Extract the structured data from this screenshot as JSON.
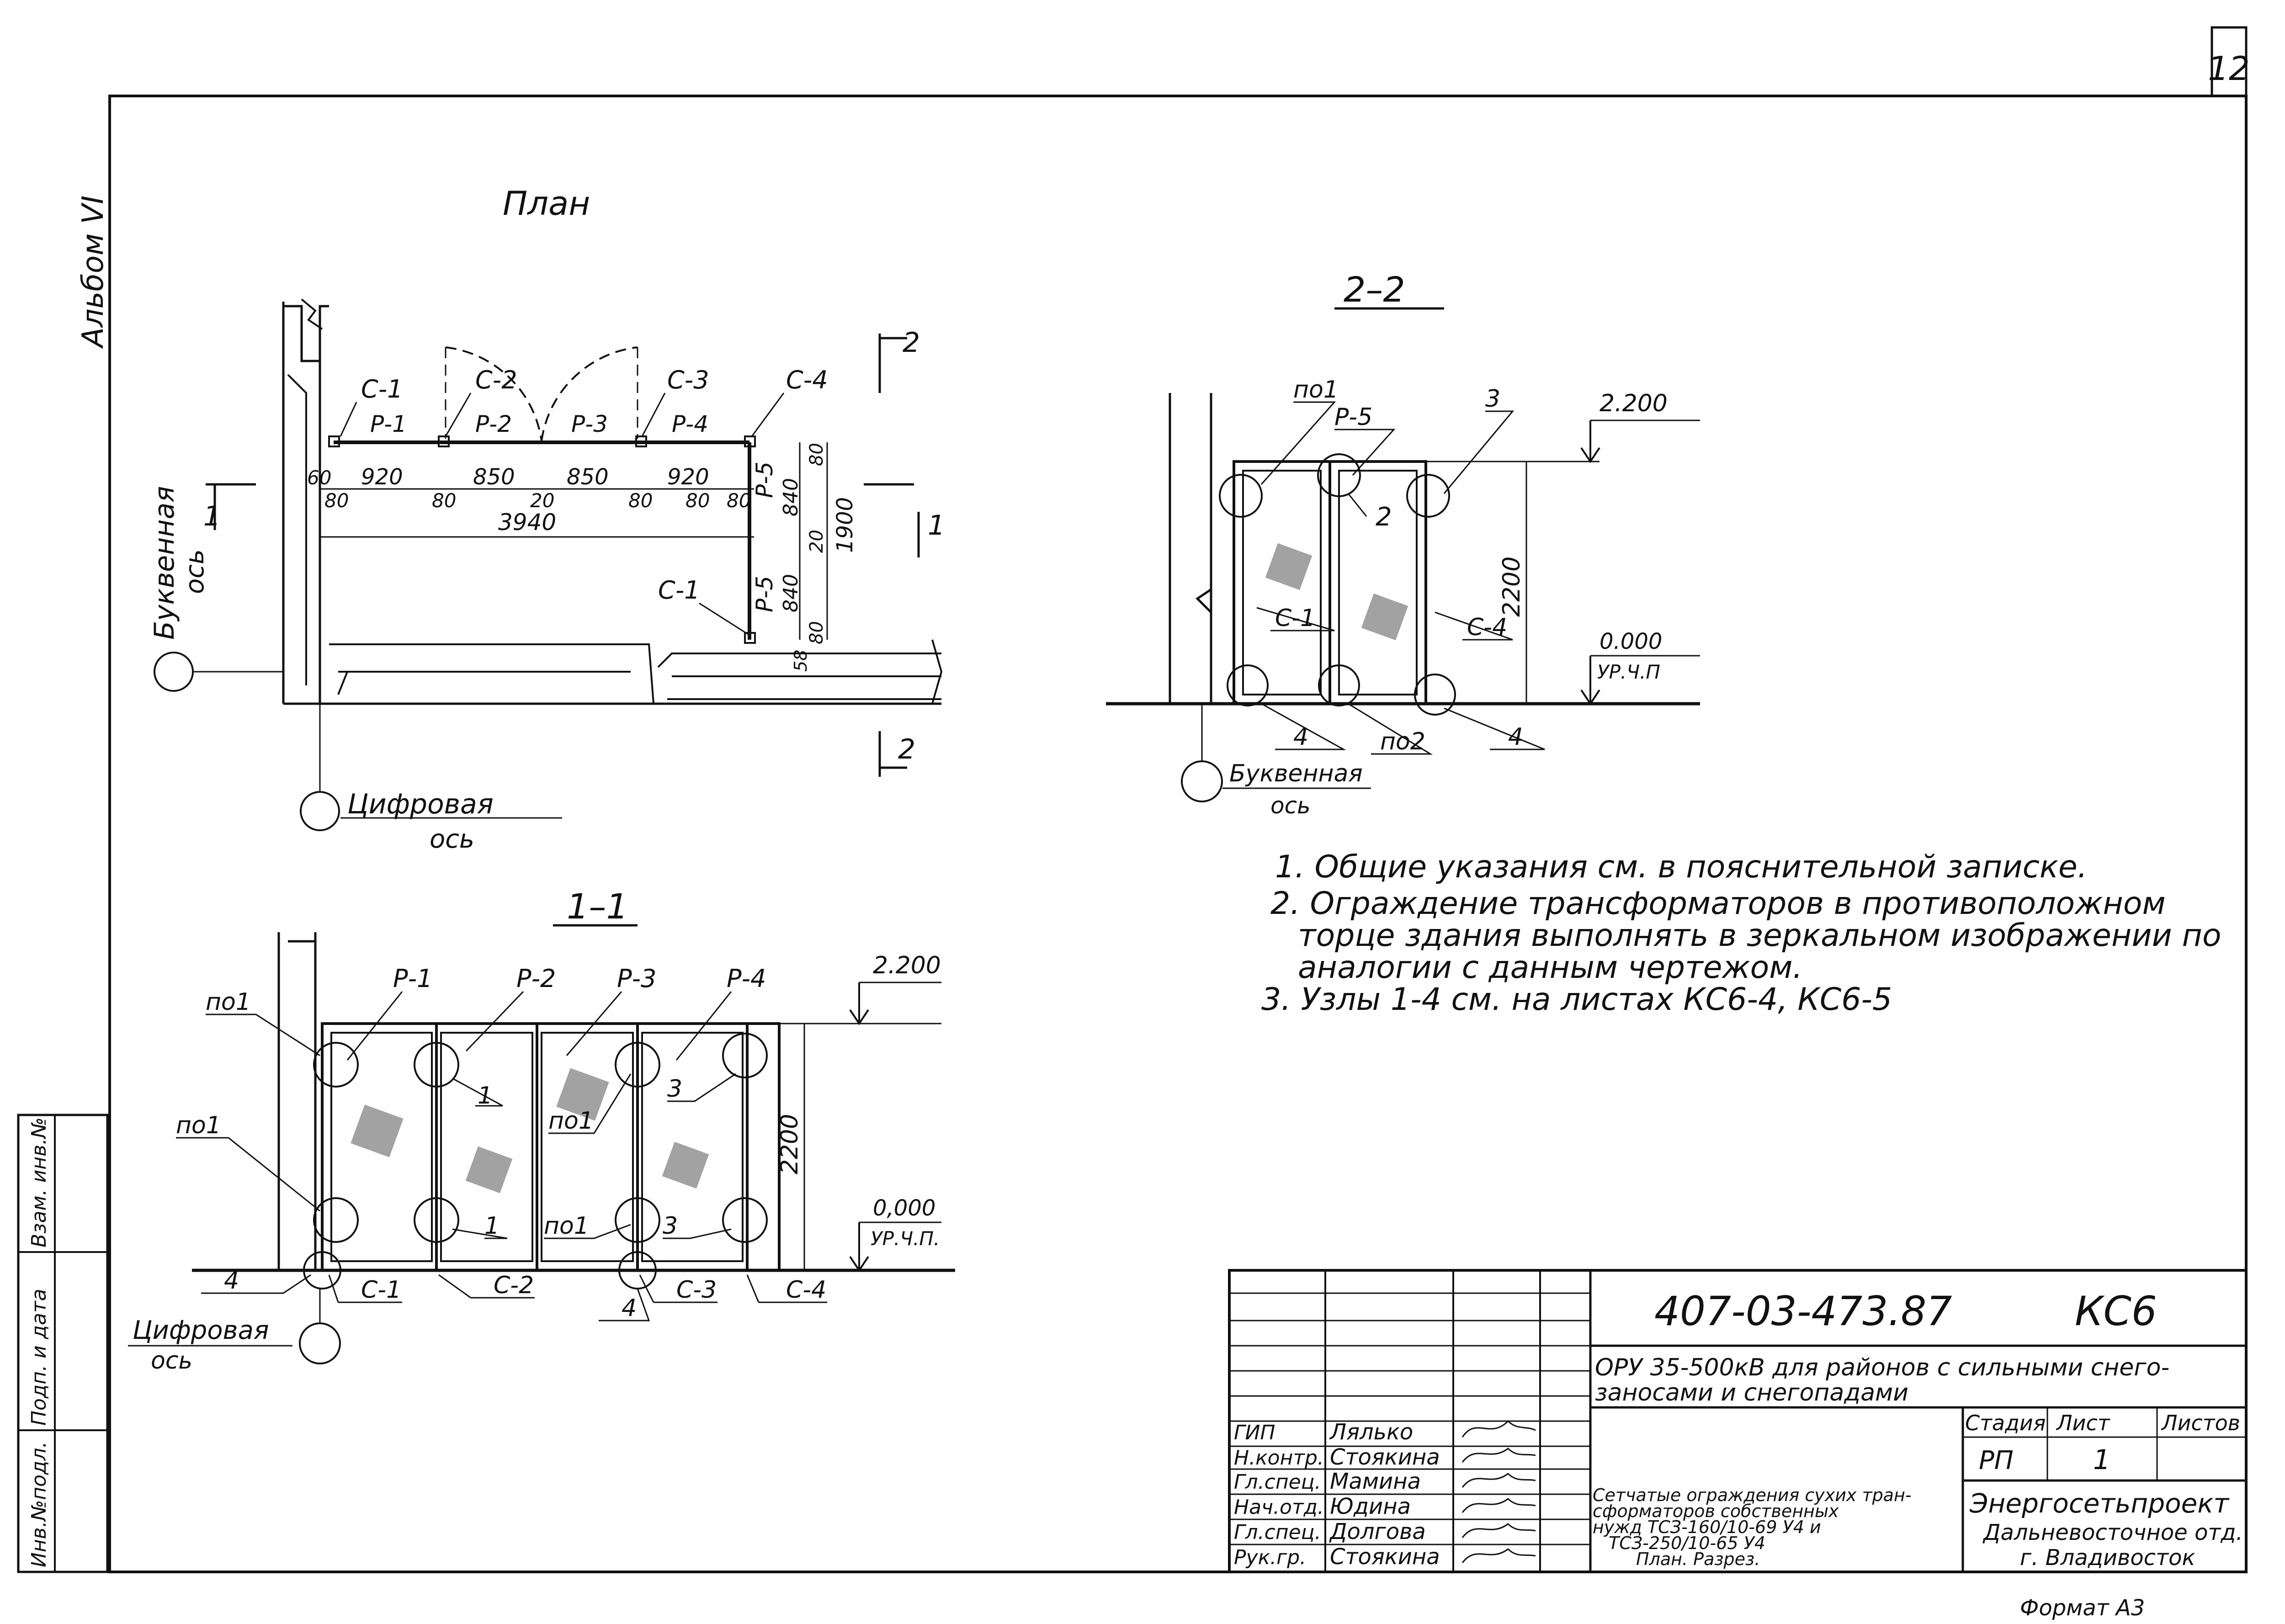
{
  "sheet": {
    "page_number": "12",
    "album": "Альбом VI",
    "format": "Формат А3"
  },
  "plan": {
    "title": "План",
    "posts": [
      "С-1",
      "С-2",
      "С-3",
      "С-4",
      "С-1"
    ],
    "panels": [
      "Р-1",
      "Р-2",
      "Р-3",
      "Р-4",
      "Р-5",
      "Р-5"
    ],
    "dims_top": [
      "60",
      "920",
      "850",
      "850",
      "920",
      "80"
    ],
    "dims_bottom": [
      "80",
      "80",
      "20",
      "80",
      "80"
    ],
    "overall": "3940",
    "dims_vertical": [
      "840",
      "840",
      "1900",
      "80",
      "80",
      "20",
      "58"
    ],
    "section_mark_1": "1",
    "section_mark_2": "2",
    "letter_axis": [
      "Буквенная",
      "ось"
    ],
    "digit_axis": [
      "Цифровая",
      "ось"
    ]
  },
  "section_11": {
    "title": "1–1",
    "panels": [
      "Р-1",
      "Р-2",
      "Р-3",
      "Р-4"
    ],
    "posts": [
      "С-1",
      "С-2",
      "С-3",
      "С-4"
    ],
    "callouts": [
      "по1",
      "по1",
      "по1",
      "по1",
      "1",
      "1",
      "3",
      "3",
      "4",
      "4"
    ],
    "level_top": "2.200",
    "level_zero": "0,000",
    "level_zero_label": "УР.Ч.П.",
    "height": "2200",
    "digit_axis": [
      "Цифровая",
      "ось"
    ]
  },
  "section_22": {
    "title": "2–2",
    "callouts": [
      "по1",
      "Р-5",
      "2",
      "3",
      "С-1",
      "С-4",
      "4",
      "по2",
      "4"
    ],
    "level_top": "2.200",
    "level_zero": "0.000",
    "level_zero_label": "УР.Ч.П",
    "height": "2200",
    "letter_axis": [
      "Буквенная",
      "ось"
    ]
  },
  "notes": [
    "1. Общие указания  см. в пояснительной записке.",
    "2. Ограждение трансформаторов в противоположном",
    "торце здания выполнять в зеркальном изображении по",
    "аналогии с данным чертежом.",
    "3. Узлы 1-4 см. на листах КС6-4, КС6-5"
  ],
  "stamp": {
    "code": "407-03-473.87",
    "mark": "КС6",
    "project": [
      "ОРУ 35-500кВ для районов с сильными снего-",
      "заносами и снегопадами"
    ],
    "drawing_title": [
      "Сетчатые ограждения сухих тран-",
      "сформаторов собственных",
      "нужд ТСЗ-160/10-69 У4 и",
      "ТСЗ-250/10-65 У4",
      "План. Разрез."
    ],
    "headers": [
      "Стадия",
      "Лист",
      "Листов"
    ],
    "stage": "РП",
    "sheet": "1",
    "sheets": "",
    "org": [
      "Энергосетьпроект",
      "Дальневосточное отд.",
      "г. Владивосток"
    ],
    "roles": [
      "ГИП",
      "Н.контр.",
      "Гл.спец.",
      "Нач.отд.",
      "Гл.спец.",
      "Рук.гр."
    ],
    "names": [
      "Лялько",
      "Стоякина",
      "Мамина",
      "Юдина",
      "Долгова",
      "Стоякина"
    ]
  },
  "side_stamp": [
    "Инв.№подл.",
    "Подп. и дата",
    "Взам. инв.№"
  ]
}
